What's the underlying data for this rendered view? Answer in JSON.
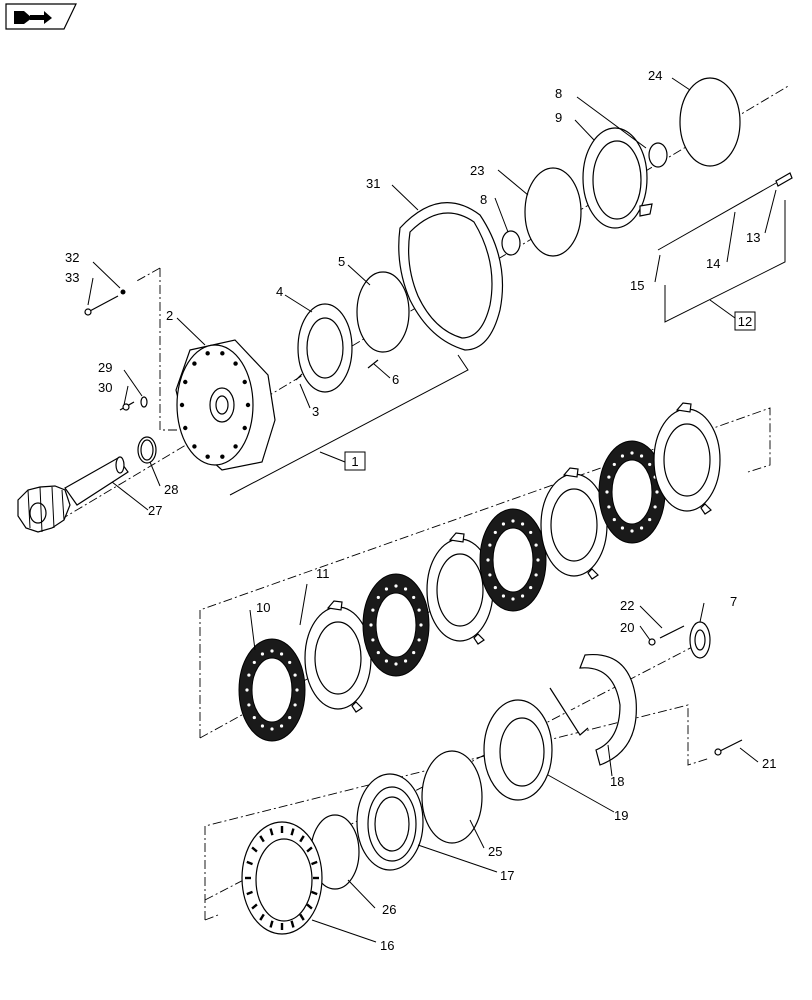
{
  "nav": {
    "icon": "back-arrow-icon"
  },
  "callouts": [
    {
      "id": "c1",
      "text": "1"
    },
    {
      "id": "c2",
      "text": "2"
    },
    {
      "id": "c3",
      "text": "3"
    },
    {
      "id": "c4",
      "text": "4"
    },
    {
      "id": "c5",
      "text": "5"
    },
    {
      "id": "c6",
      "text": "6"
    },
    {
      "id": "c7",
      "text": "7"
    },
    {
      "id": "c8a",
      "text": "8"
    },
    {
      "id": "c8b",
      "text": "8"
    },
    {
      "id": "c9",
      "text": "9"
    },
    {
      "id": "c10",
      "text": "10"
    },
    {
      "id": "c11",
      "text": "11"
    },
    {
      "id": "c12",
      "text": "12"
    },
    {
      "id": "c13",
      "text": "13"
    },
    {
      "id": "c14",
      "text": "14"
    },
    {
      "id": "c15",
      "text": "15"
    },
    {
      "id": "c16",
      "text": "16"
    },
    {
      "id": "c17",
      "text": "17"
    },
    {
      "id": "c18",
      "text": "18"
    },
    {
      "id": "c19",
      "text": "19"
    },
    {
      "id": "c20",
      "text": "20"
    },
    {
      "id": "c21",
      "text": "21"
    },
    {
      "id": "c22",
      "text": "22"
    },
    {
      "id": "c23",
      "text": "23"
    },
    {
      "id": "c24",
      "text": "24"
    },
    {
      "id": "c25",
      "text": "25"
    },
    {
      "id": "c26",
      "text": "26"
    },
    {
      "id": "c27",
      "text": "27"
    },
    {
      "id": "c28",
      "text": "28"
    },
    {
      "id": "c29",
      "text": "29"
    },
    {
      "id": "c30",
      "text": "30"
    },
    {
      "id": "c31",
      "text": "31"
    },
    {
      "id": "c32",
      "text": "32"
    },
    {
      "id": "c33",
      "text": "33"
    }
  ]
}
